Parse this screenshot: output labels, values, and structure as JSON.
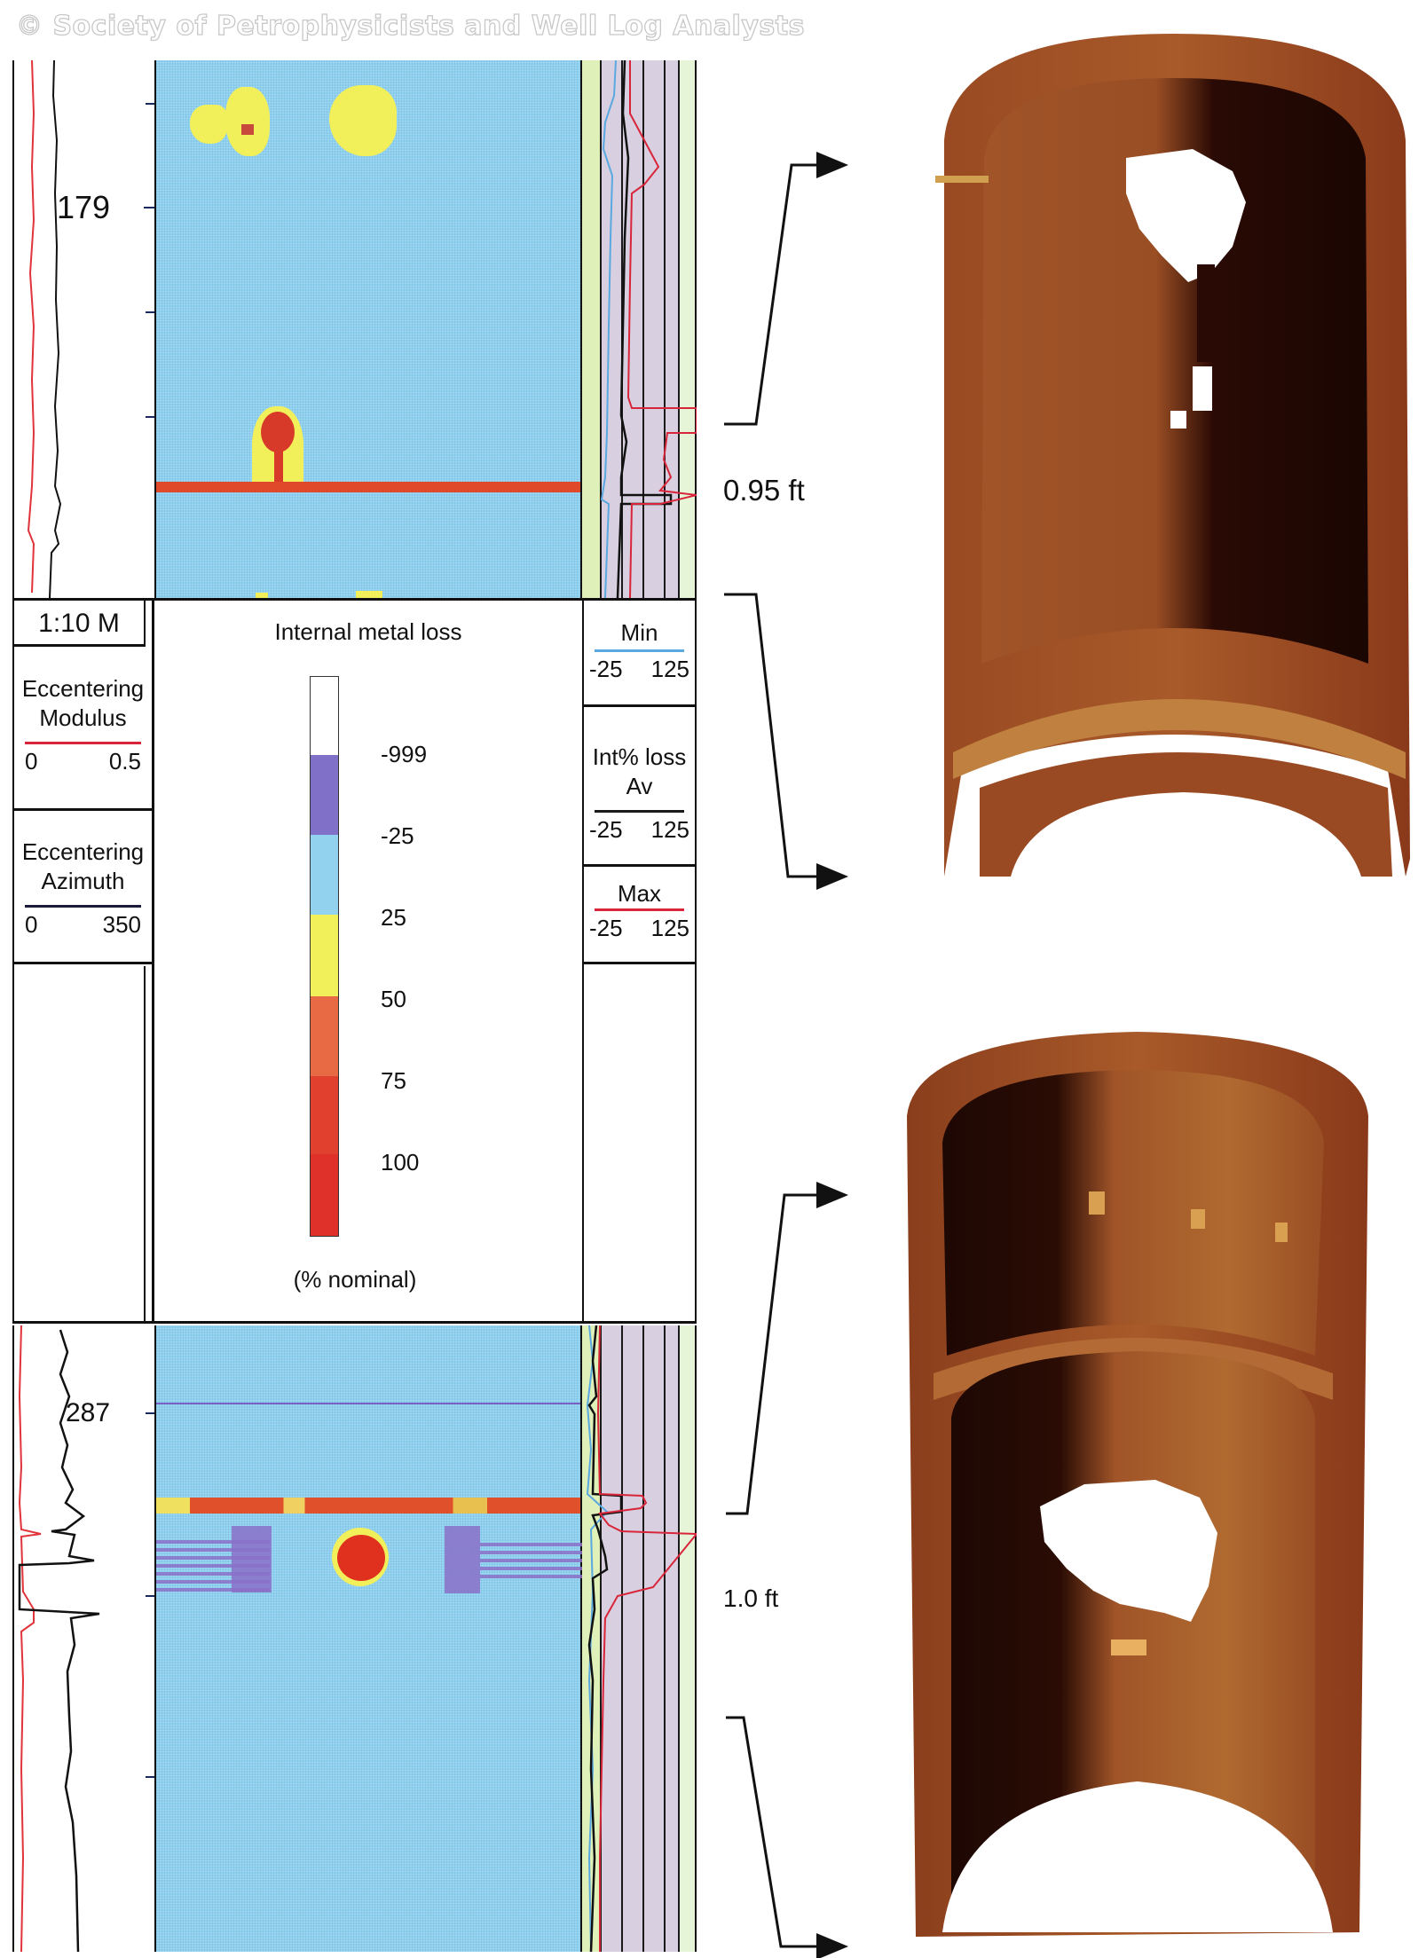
{
  "watermark": "© Society of Petrophysicists and Well Log Analysts",
  "top_log": {
    "depth_label": "179",
    "depth_ticks_y": [
      116,
      233,
      351,
      469
    ]
  },
  "bottom_log": {
    "depth_label": "287"
  },
  "header": {
    "scale": "1:10 M",
    "left_tracks": [
      {
        "title_line1": "Eccentering",
        "title_line2": "Modulus",
        "line_color": "#d8253a",
        "min": "0",
        "max": "0.5"
      },
      {
        "title_line1": "Eccentering",
        "title_line2": "Azimuth",
        "line_color": "#1a1a3a",
        "min": "0",
        "max": "350"
      }
    ],
    "legend": {
      "title": "Internal metal loss",
      "unit": "(% nominal)",
      "bins": [
        {
          "label": "-999",
          "color": "#ffffff"
        },
        {
          "label": "-25",
          "color": "#8070c8"
        },
        {
          "label": "25",
          "color": "#92d2ee"
        },
        {
          "label": "50",
          "color": "#f2f05a"
        },
        {
          "label": "75",
          "color": "#e86a44"
        },
        {
          "label": "100",
          "color": "#e03a2e"
        },
        {
          "label": "",
          "color": "#e0302a"
        }
      ]
    },
    "right_tracks": [
      {
        "title_line1": "Min",
        "title_line2": "",
        "line_color": "#5aa8e0",
        "min": "-25",
        "max": "125"
      },
      {
        "title_line1": "Int% loss",
        "title_line2": "Av",
        "line_color": "#1a1a1a",
        "min": "-25",
        "max": "125"
      },
      {
        "title_line1": "Max",
        "title_line2": "",
        "line_color": "#d8253a",
        "min": "-25",
        "max": "125"
      }
    ]
  },
  "annotations": {
    "top_length": "0.95 ft",
    "bottom_length": "1.0 ft"
  },
  "colors": {
    "pipe_base": "#9a4a22",
    "pipe_dark": "#3a1206",
    "pipe_light": "#c88a3a",
    "image_bg": "#8fd0ee",
    "loss_yellow": "#f2f05a",
    "loss_red": "#e03a2e",
    "gain_purple": "#8a70c8"
  }
}
